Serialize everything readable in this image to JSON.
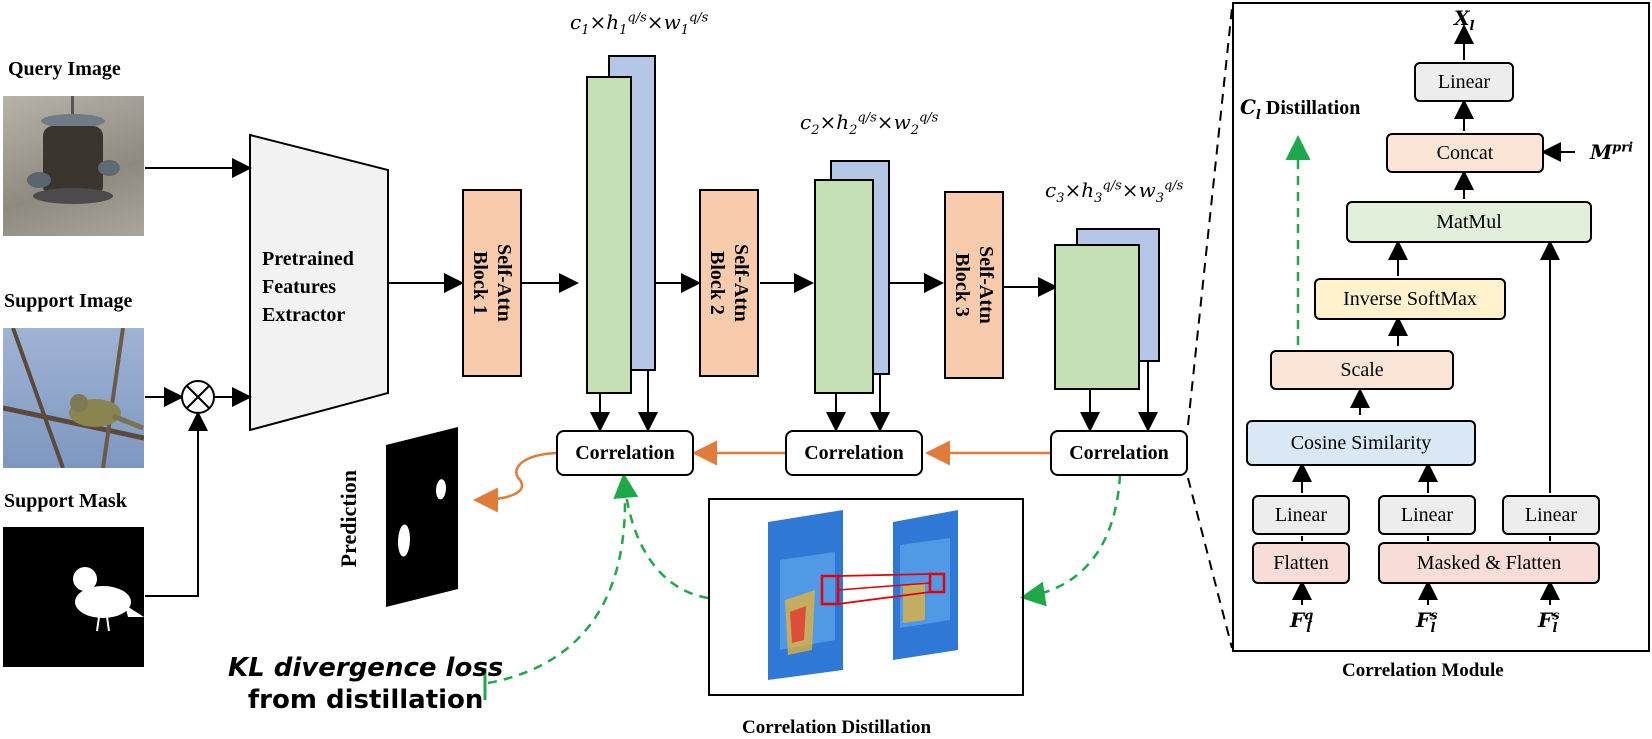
{
  "colors": {
    "attn_block": "#f8cbad",
    "feat_green": "#c5e0b4",
    "feat_blue": "#b4c7e7",
    "extractor": "#f2f2f2",
    "orange_arrow": "#e07b39",
    "green_dashed": "#1fa84a",
    "cosine": "#dae8f5",
    "linear": "#ededed",
    "flatten": "#f8dcd8",
    "scale": "#fbe5d6",
    "inverse_softmax": "#fff2cc",
    "matmul": "#e2efda",
    "concat": "#fbe5d6"
  },
  "inputs": {
    "query_label": "Query Image",
    "support_label": "Support Image",
    "mask_label": "Support Mask"
  },
  "extractor": {
    "line1": "Pretrained",
    "line2": "Features",
    "line3": "Extractor"
  },
  "attn_blocks": [
    {
      "line1": "Self-Attn",
      "line2": "Block 1"
    },
    {
      "line1": "Self-Attn",
      "line2": "Block 2"
    },
    {
      "line1": "Self-Attn",
      "line2": "Block 3"
    }
  ],
  "feature_dims": [
    {
      "c": "c",
      "ci": "1",
      "h": "h",
      "hi": "1",
      "w": "w",
      "wi": "1",
      "sup": "q/s"
    },
    {
      "c": "c",
      "ci": "2",
      "h": "h",
      "hi": "2",
      "w": "w",
      "wi": "2",
      "sup": "q/s"
    },
    {
      "c": "c",
      "ci": "3",
      "h": "h",
      "hi": "3",
      "w": "w",
      "wi": "3",
      "sup": "q/s"
    }
  ],
  "correlation_label": "Correlation",
  "prediction_label": "Prediction",
  "kl_loss": {
    "line1": "KL divergence loss",
    "line2": "from distillation"
  },
  "distillation_caption": "Correlation Distillation",
  "module": {
    "caption": "Correlation Module",
    "output": "X",
    "output_sub": "l",
    "distill_label_var": "C",
    "distill_label_sub": "l",
    "distill_label_text": "Distillation",
    "mpri": "M",
    "mpri_sup": "pri",
    "linear_top": "Linear",
    "concat": "Concat",
    "matmul": "MatMul",
    "inverse_softmax": "Inverse SoftMax",
    "scale": "Scale",
    "cosine": "Cosine Similarity",
    "linear1": "Linear",
    "linear2": "Linear",
    "linear3": "Linear",
    "flatten": "Flatten",
    "masked_flatten": "Masked & Flatten",
    "inputs": [
      {
        "var": "F",
        "sup": "q",
        "sub": "l"
      },
      {
        "var": "F",
        "sup": "s",
        "sub": "l"
      },
      {
        "var": "F",
        "sup": "s",
        "sub": "l"
      }
    ]
  }
}
